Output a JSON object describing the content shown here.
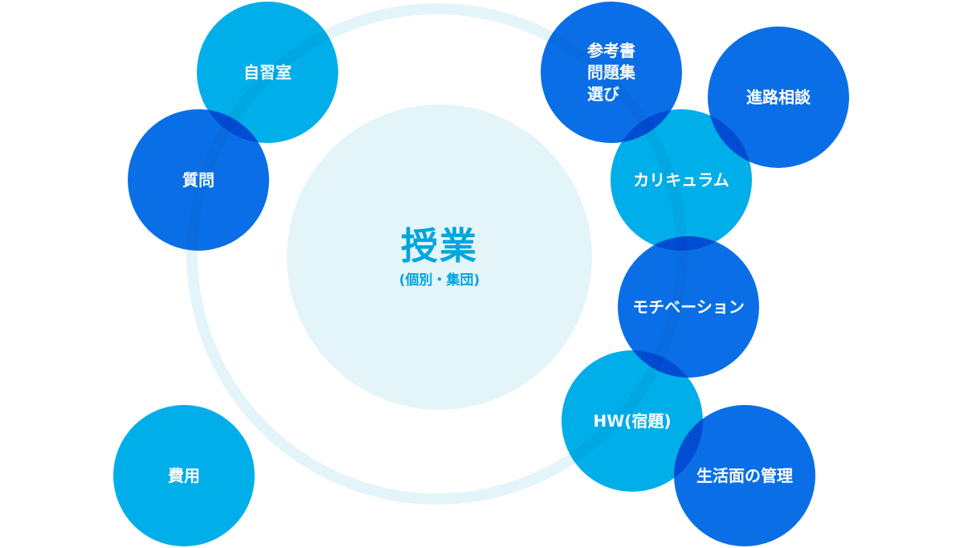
{
  "center": {
    "title": "授業",
    "subtitle": "(個別・集団)"
  },
  "bubbles": [
    {
      "label": "自習室"
    },
    {
      "label": "質問"
    },
    {
      "label": "費用"
    },
    {
      "label": "参考書\n問題集\n選び"
    },
    {
      "label": "進路相談"
    },
    {
      "label": "カリキュラム"
    },
    {
      "label": "モチベーション"
    },
    {
      "label": "HW(宿題)"
    },
    {
      "label": "生活面の管理"
    }
  ],
  "colors": {
    "light_bubble": "#00aee9",
    "dark_bubble": "#0a6fe6",
    "ring": "#e3f5f8",
    "center_text": "#00a5e0"
  }
}
